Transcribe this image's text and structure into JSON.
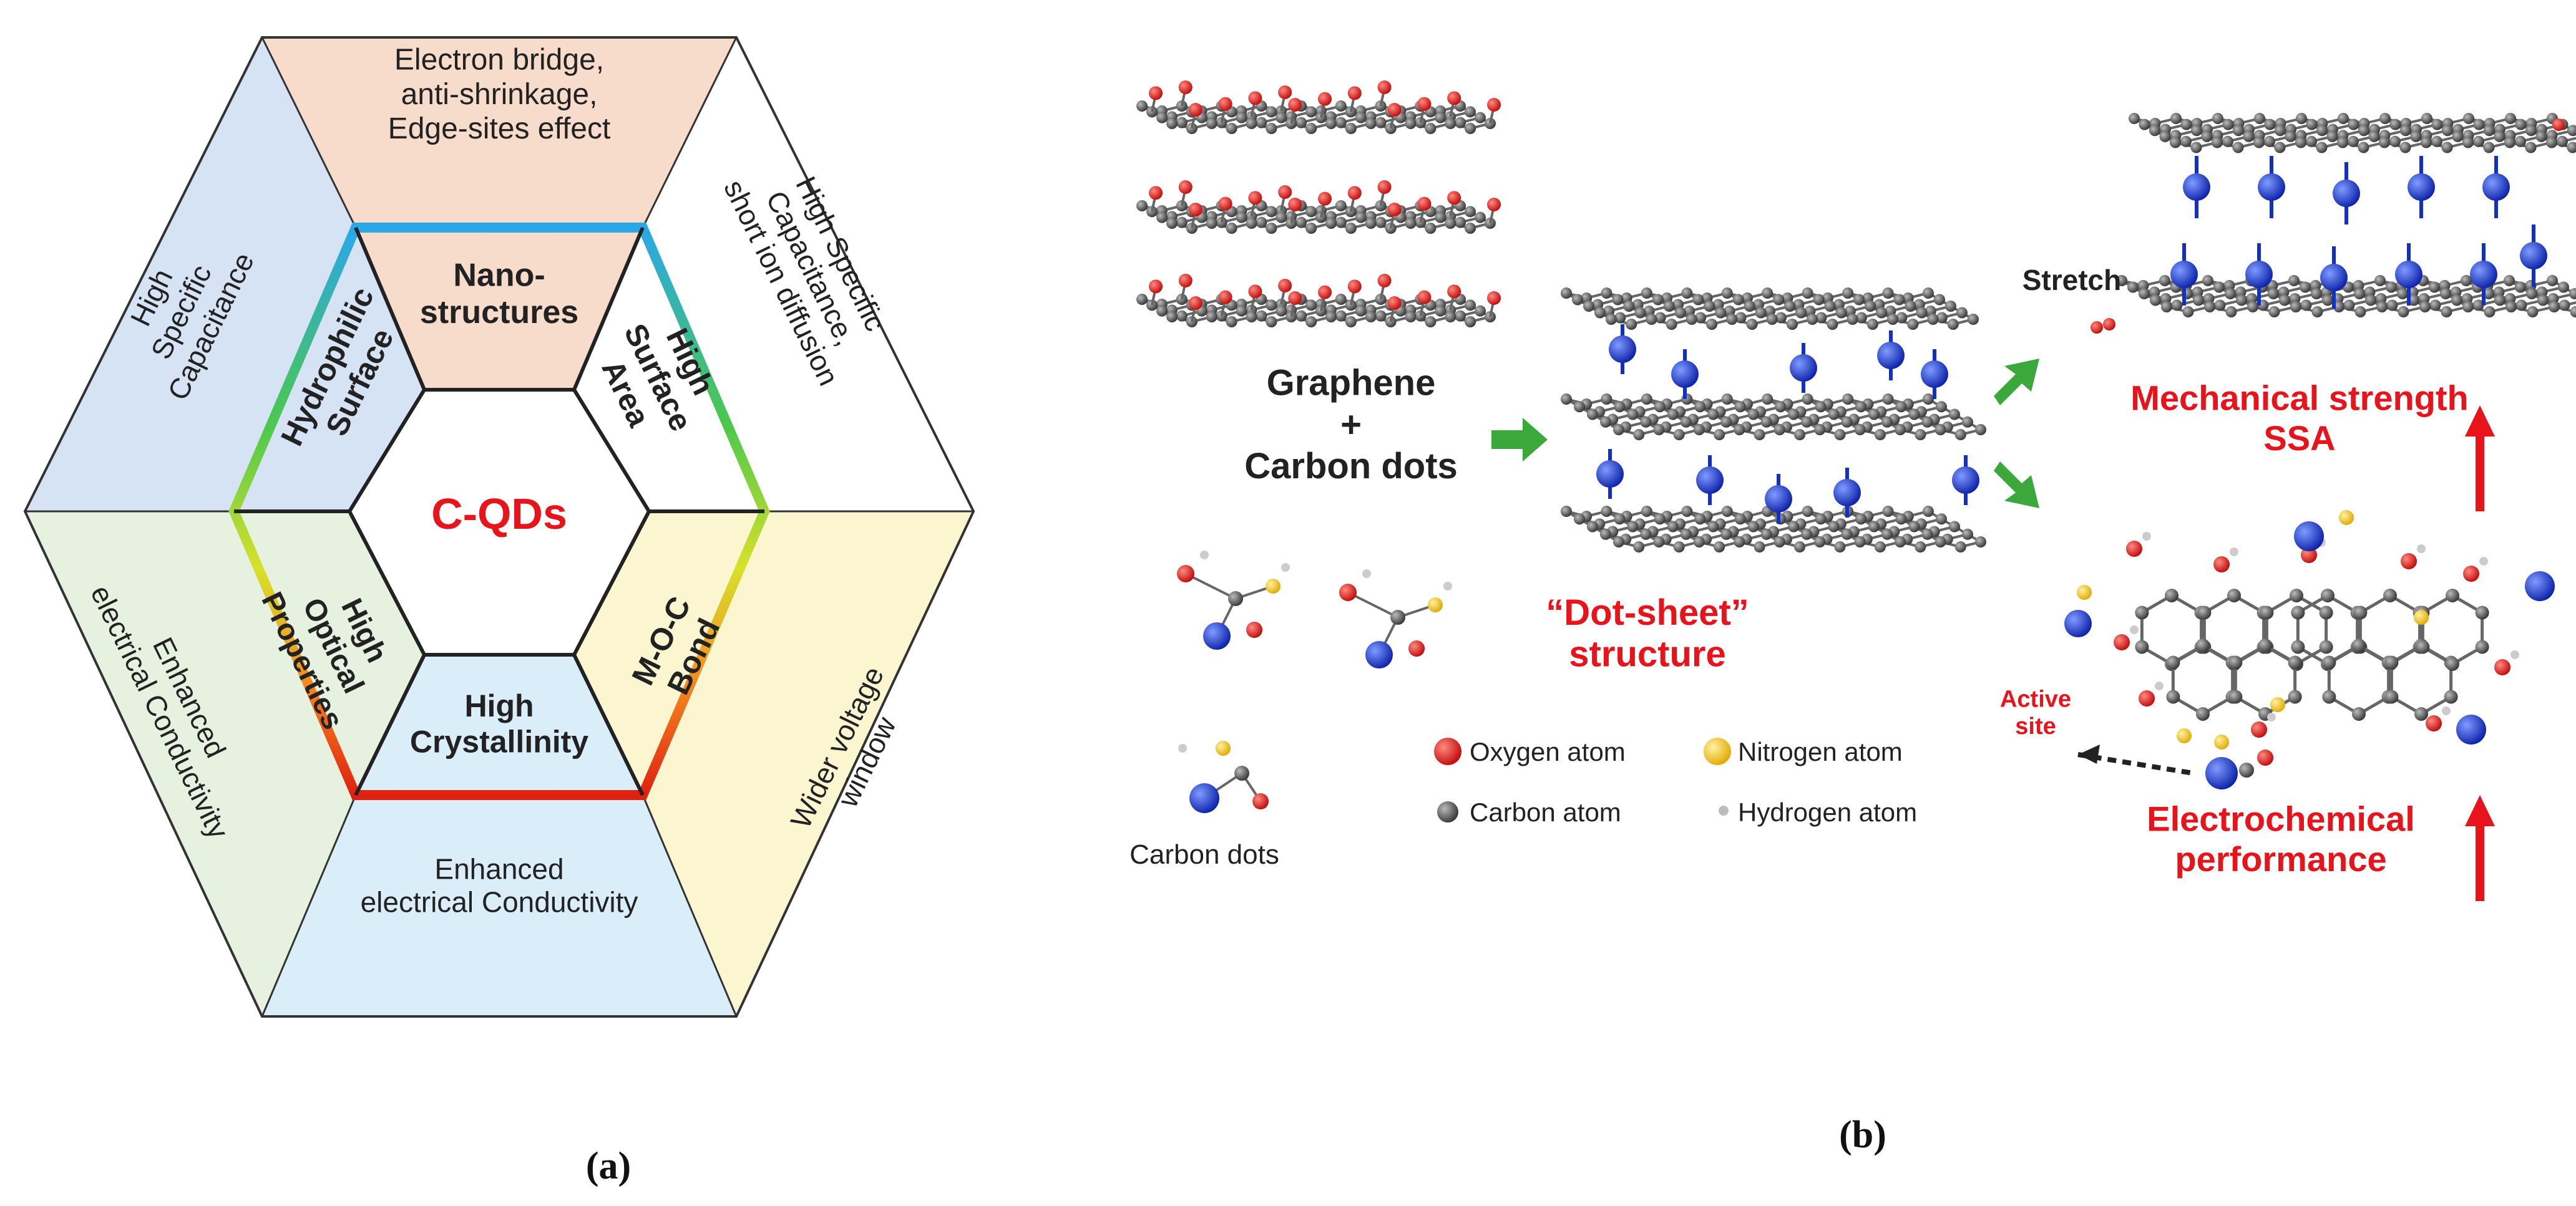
{
  "panel_a": {
    "center": "C-QDs",
    "inner": {
      "top": "Nano-\nstructures",
      "upper_right": "High\nSurface\nArea",
      "lower_right": "M-O-C\nBond",
      "bottom": "High\nCrystallinity",
      "lower_left": "High\nOptical\nProperties",
      "upper_left": "Hydrophilic\nSurface"
    },
    "outer": {
      "top": "Electron bridge,\nanti-shrinkage,\nEdge-sites effect",
      "upper_right": "High Specific\nCapacitance,\nshort ion diffusion",
      "lower_right": "Wider voltage\nwindow",
      "bottom": "Enhanced\nelectrical Conductivity",
      "lower_left": "Enhanced\nelectrical Conductivity",
      "upper_left": "High\nSpecific\nCapacitance"
    },
    "caption": "(a)"
  },
  "panel_b": {
    "graphene_plus": "Graphene\n+\nCarbon dots",
    "carbon_dots": "Carbon dots",
    "dot_sheet": "“Dot-sheet”\nstructure",
    "stretch": "Stretch",
    "mechanical": "Mechanical strength\nSSA",
    "active_site": "Active\nsite",
    "electrochemical": "Electrochemical\nperformance",
    "legend": {
      "oxygen": "Oxygen atom",
      "nitrogen": "Nitrogen atom",
      "carbon": "Carbon atom",
      "hydrogen": "Hydrogen atom"
    },
    "caption": "(b)"
  },
  "colors": {
    "oxygen": "#e02020",
    "nitrogen": "#f0c020",
    "carbon": "#555555",
    "hydrogen": "#bbbbbb",
    "dot_blue": "#1030c8",
    "accent_red": "#e8141c",
    "arrow_green": "#3aa83a"
  }
}
